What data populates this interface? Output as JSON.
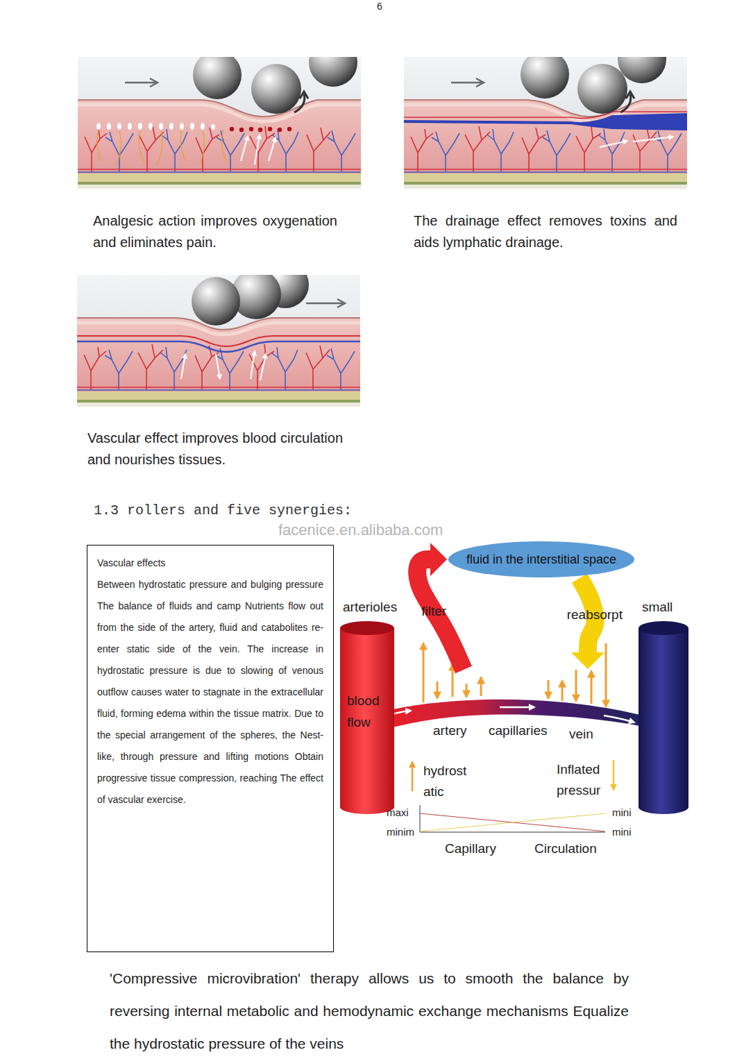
{
  "diagram": {
    "title": "1.3 rollers and five synergies:",
    "nodes": [
      {
        "text": [
          "Vascular effects",
          "Between hydrostatic pressure and bulging pressure The balance of fluids and camp Nutrients flow out from the side of the artery, fluid and catabolites re-enter static side of the vein. The increase in hydrostatic pressure is due to slowing of venous outflow causes water to stagnate in the extracellular fluid, forming edema within the tissue matrix. Due to the special arrangement of the spheres, the Nest-like, through pressure and lifting motions Obtain progressive tissue compression, reaching The effect of vascular exercise."
        ]
      },
      {
        "text": [
          "fluid in the interstitial space"
        ]
      },
      {
        "text": [
          "arterioles",
          "blood flow"
        ]
      },
      {
        "text": [
          "small"
        ]
      },
      {
        "text": [
          "artery",
          "capillaries",
          "vein"
        ]
      }
    ],
    "edges": [
      {
        "from": 4,
        "to": 1,
        "label": "filter",
        "arrow": "to"
      },
      {
        "from": 1,
        "to": 4,
        "label": "reabsorpt",
        "arrow": "to"
      }
    ],
    "labels": [
      "6",
      "Analgesic action improves oxygenation and eliminates pain.",
      "The drainage effect removes toxins and aids lymphatic drainage.",
      "Vascular effect improves blood circulation and nourishes tissues.",
      "facenice.en.alibaba.com",
      "hydrost atic",
      "Inflated pressur",
      "maxi",
      "minim",
      "mini",
      "mini",
      "Capillary",
      "Circulation",
      "'Compressive microvibration' therapy allows us to smooth the balance by reversing internal metabolic and hemodynamic exchange mechanisms Equalize the hydrostatic pressure of the veins"
    ]
  }
}
